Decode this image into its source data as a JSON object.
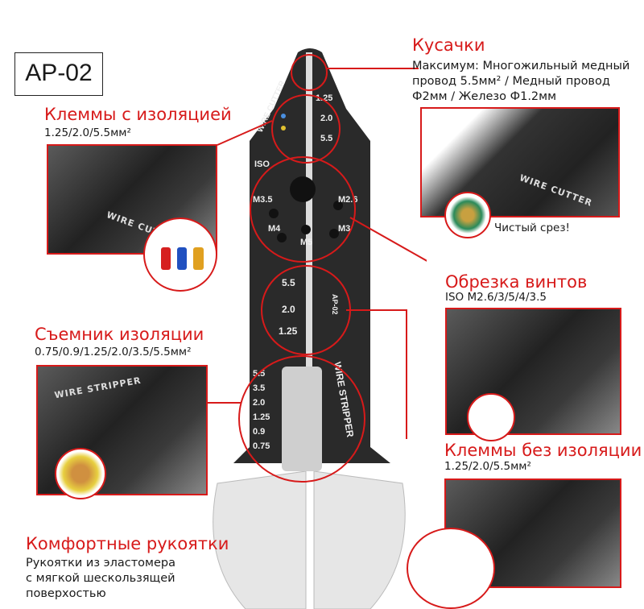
{
  "model": "AP-02",
  "cutter": {
    "title": "Кусачки",
    "lines": [
      "Максимум: Многожильный медный",
      "провод 5.5мм² / Медный провод",
      "Ф2мм / Железо Ф1.2мм"
    ],
    "photo_note": "Чистый срез!",
    "photo_label": "WIRE CUTTER"
  },
  "insulated": {
    "title": "Клеммы с изоляцией",
    "subtitle": "1.25/2.0/5.5мм²",
    "photo_label": "WIRE CUTTER"
  },
  "bolt": {
    "title": "Обрезка винтов",
    "subtitle": "ISO M2.6/3/5/4/3.5"
  },
  "stripper": {
    "title": "Съемник изоляции",
    "subtitle": "0.75/0.9/1.25/2.0/3.5/5.5мм²",
    "photo_label": "WIRE STRIPPER"
  },
  "noninsulated": {
    "title": "Клеммы без изоляции",
    "subtitle": "1.25/2.0/5.5мм²"
  },
  "grips": {
    "title": "Комфортные рукоятки",
    "lines": [
      "Рукоятки из эластомера",
      "с мягкой шескользящей",
      "поверхостью"
    ]
  },
  "tool": {
    "cutter_label": "WIRE CUTTER",
    "crimp_sizes": [
      "1.25",
      "2.0",
      "5.5"
    ],
    "bolt_sizes": [
      "ISO",
      "M3.5",
      "M2.6",
      "M4",
      "M3",
      "M5"
    ],
    "crimp2_sizes": [
      "5.5",
      "2.0",
      "1.25"
    ],
    "brand": "AP-02",
    "strip_sizes": [
      "5.5",
      "3.5",
      "2.0",
      "1.25",
      "0.9",
      "0.75"
    ],
    "strip_label": "WIRE STRIPPER"
  },
  "colors": {
    "accent": "#d71a1a",
    "tool": "#2a2a2a",
    "handle": "#e8e8e8"
  }
}
